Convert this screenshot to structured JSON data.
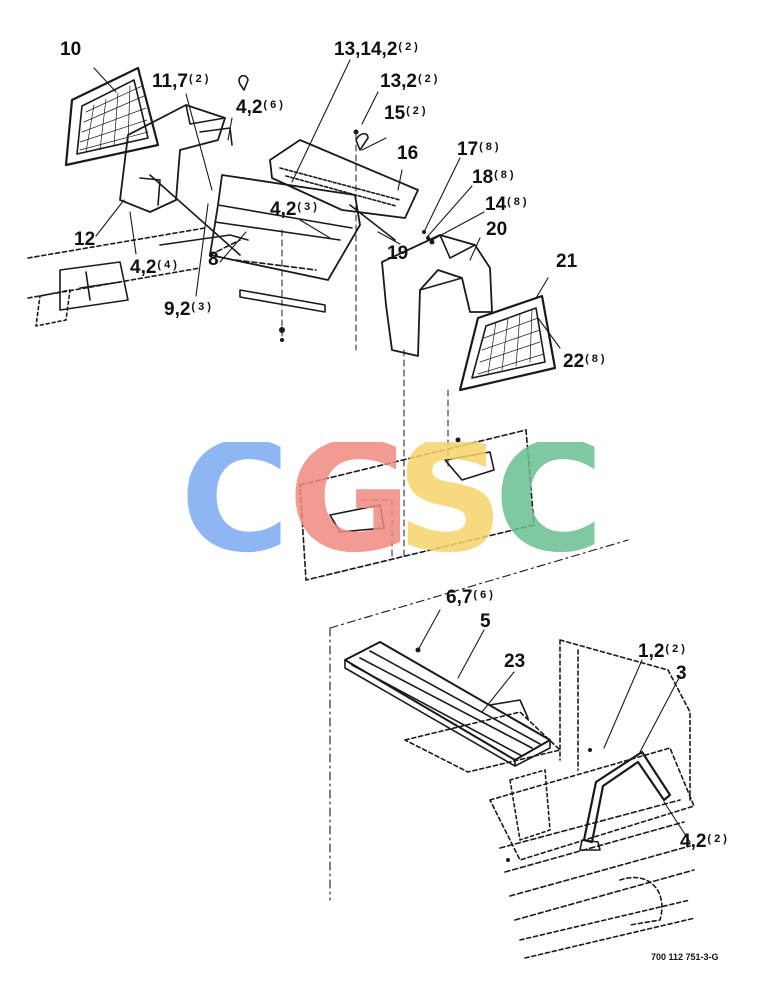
{
  "diagram": {
    "callouts": [
      {
        "id": "c10",
        "text": "10",
        "qty": ""
      },
      {
        "id": "c11",
        "text": "11,7",
        "qty": "(2)"
      },
      {
        "id": "c4a",
        "text": "4,2",
        "qty": "(6)"
      },
      {
        "id": "c13a",
        "text": "13,14,2",
        "qty": "(2)"
      },
      {
        "id": "c13b",
        "text": "13,2",
        "qty": "(2)"
      },
      {
        "id": "c15",
        "text": "15",
        "qty": "(2)"
      },
      {
        "id": "c16",
        "text": "16",
        "qty": ""
      },
      {
        "id": "c17",
        "text": "17",
        "qty": "(8)"
      },
      {
        "id": "c18",
        "text": "18",
        "qty": "(8)"
      },
      {
        "id": "c14",
        "text": "14",
        "qty": "(8)"
      },
      {
        "id": "c20",
        "text": "20",
        "qty": ""
      },
      {
        "id": "c19",
        "text": "19",
        "qty": ""
      },
      {
        "id": "c4b",
        "text": "4,2",
        "qty": "(3)"
      },
      {
        "id": "c12",
        "text": "12",
        "qty": ""
      },
      {
        "id": "c4c",
        "text": "4,2",
        "qty": "(4)"
      },
      {
        "id": "c8",
        "text": "8",
        "qty": ""
      },
      {
        "id": "c9",
        "text": "9,2",
        "qty": "(3)"
      },
      {
        "id": "c21",
        "text": "21",
        "qty": ""
      },
      {
        "id": "c22",
        "text": "22",
        "qty": "(8)"
      },
      {
        "id": "c6",
        "text": "6,7",
        "qty": "(6)"
      },
      {
        "id": "c5",
        "text": "5",
        "qty": ""
      },
      {
        "id": "c23",
        "text": "23",
        "qty": ""
      },
      {
        "id": "c1",
        "text": "1,2",
        "qty": "(2)"
      },
      {
        "id": "c3",
        "text": "3",
        "qty": ""
      },
      {
        "id": "c4d",
        "text": "4,2",
        "qty": "(2)"
      }
    ],
    "drawing_number": "700 112 751-3-G"
  },
  "watermark": {
    "letters": [
      "C",
      "G",
      "S",
      "C"
    ],
    "colors": [
      "#7aaaf2",
      "#ef8a80",
      "#f6d36a",
      "#6bbf92"
    ]
  }
}
